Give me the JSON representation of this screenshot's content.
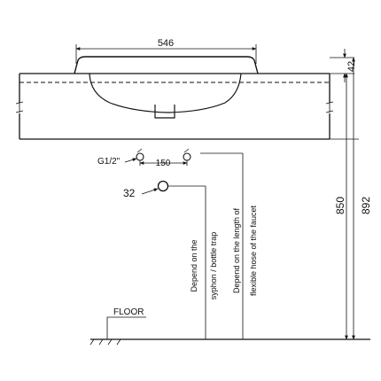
{
  "drawing": {
    "dimensions": {
      "basin_width": "546",
      "countertop_thickness": "42",
      "valve_spacing": "150",
      "drain_diameter": "32",
      "countertop_height": "850",
      "total_height": "892"
    },
    "labels": {
      "valve_thread": "G1/2\"",
      "floor": "FLOOR",
      "siphon_note_line1": "Depend on the",
      "siphon_note_line2": "syphon / bottle trap",
      "hose_note_line1": "Depend on the length of",
      "hose_note_line2": "flexible hose of the faucet"
    }
  }
}
